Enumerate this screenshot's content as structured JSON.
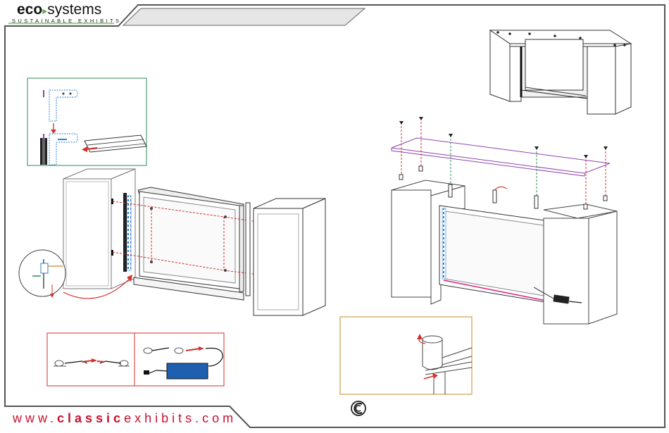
{
  "header": {
    "logo_eco": "eco",
    "logo_systems": "systems",
    "logo_tagline": "SUSTAINABLE EXHIBITS",
    "title_banner": ""
  },
  "footer": {
    "url_prefix": "www.",
    "url_brand": "classic",
    "url_suffix": "exhibits.com"
  },
  "colors": {
    "frame": "#555555",
    "accent_red": "#d0302a",
    "accent_green": "#2e8b57",
    "accent_orange": "#c8892a",
    "accent_blue": "#2b7fd0",
    "accent_purple": "#8e44ad",
    "accent_magenta": "#d81b80",
    "power_supply": "#1f5fb0"
  },
  "icons": {
    "brand_mark": "classic-exhibits-c-logo-icon"
  }
}
